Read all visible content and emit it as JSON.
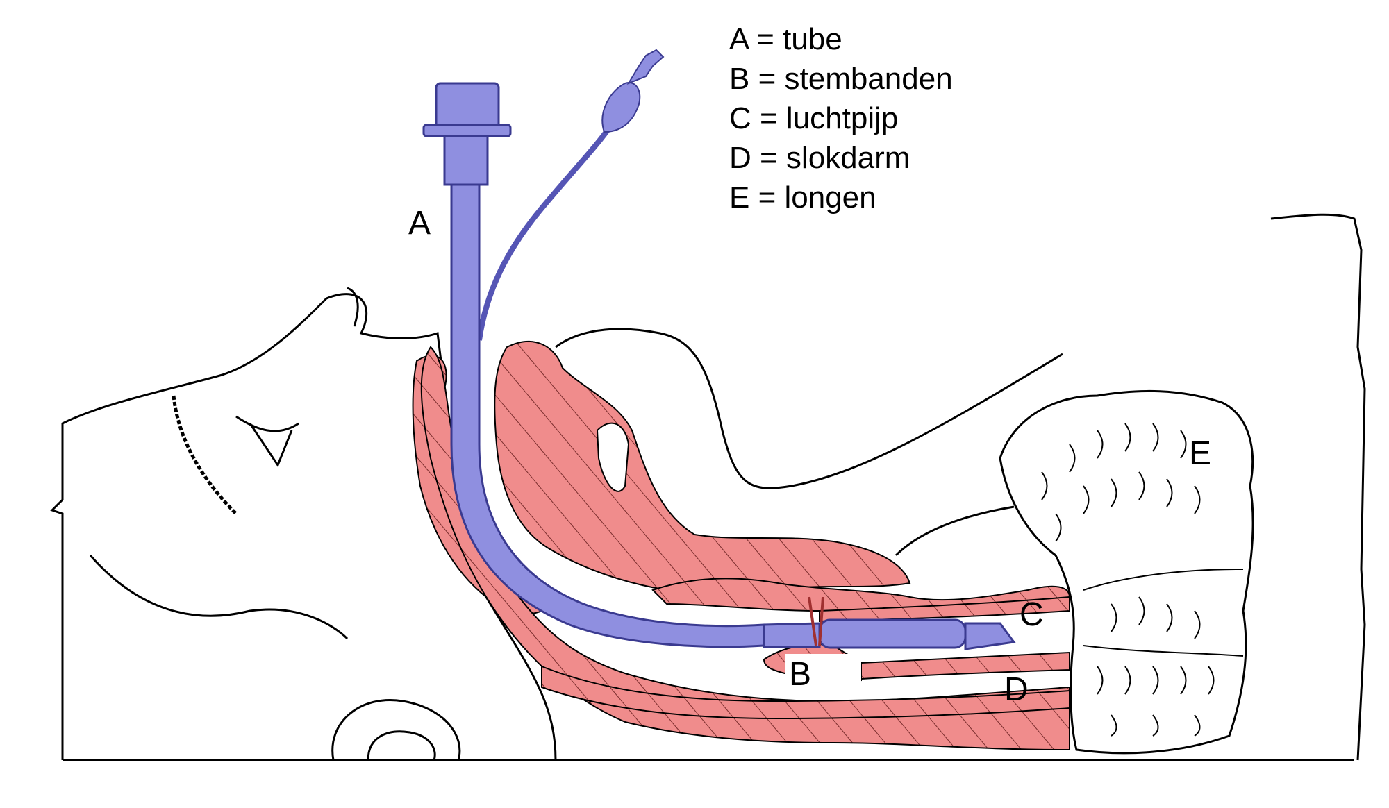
{
  "legend": [
    "A = tube",
    "B = stembanden",
    "C = luchtpijp",
    "D = slokdarm",
    "E = longen"
  ],
  "callouts": {
    "a": "A",
    "b": "B",
    "c": "C",
    "d": "D",
    "e": "E"
  },
  "colors": {
    "tissue_fill": "#f08c8c",
    "tube_fill": "#8f8fe0",
    "outline": "#000000"
  }
}
